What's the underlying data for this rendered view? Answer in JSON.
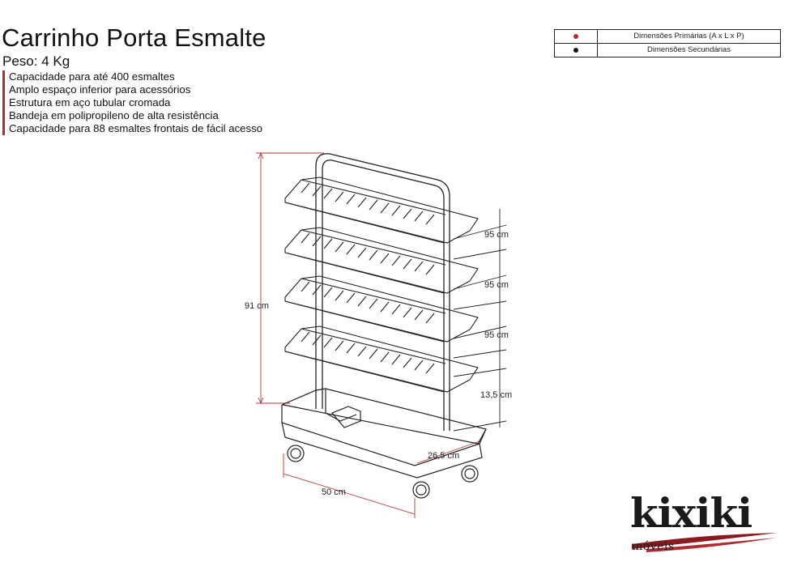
{
  "header": {
    "title": "Carrinho Porta Esmalte",
    "weight": "Peso: 4 Kg"
  },
  "features": [
    "Capacidade para até 400 esmaltes",
    "Amplo espaço inferior para acessórios",
    "Estrutura em aço tubular cromada",
    "Bandeja em polipropileno de alta resistência",
    "Capacidade para 88 esmaltes frontais de fácil acesso"
  ],
  "legend": {
    "rows": [
      {
        "label": "Dimensões Primárias (A x L x P)",
        "color": "#c0272d"
      },
      {
        "label": "Dimensões Secundárias",
        "color": "#111111"
      }
    ]
  },
  "dimensions": {
    "height": "91 cm",
    "width": "50 cm",
    "depth": "26,5 cm",
    "shelf_gap_1": "95 cm",
    "shelf_gap_2": "95 cm",
    "shelf_gap_3": "95 cm",
    "base_gap": "13,5 cm"
  },
  "brand": {
    "name": "kixiki",
    "subtitle": "móveis",
    "accent_color": "#8b1a1f"
  }
}
